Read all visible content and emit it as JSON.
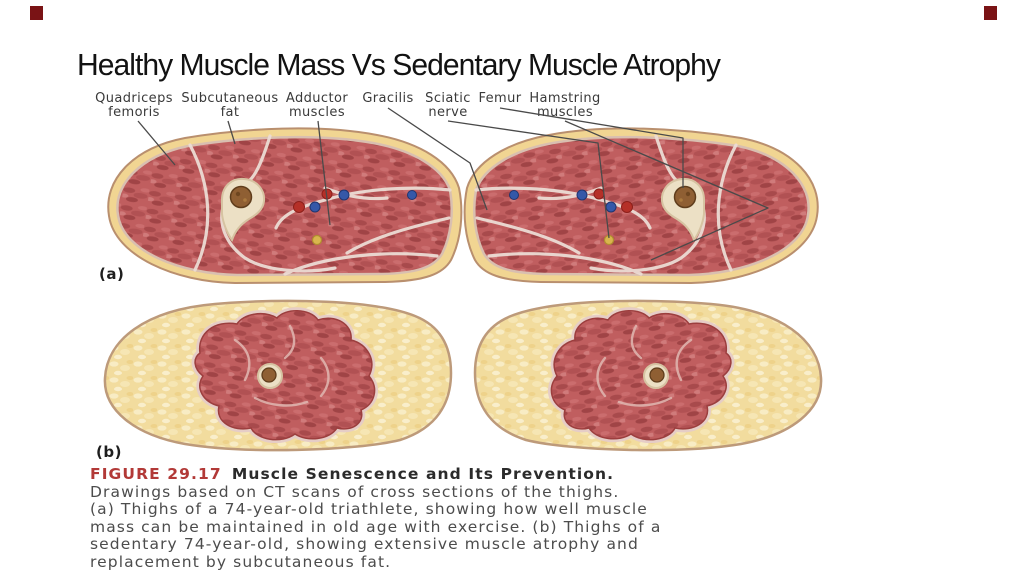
{
  "slide": {
    "title": "Healthy Muscle Mass Vs Sedentary Muscle Atrophy",
    "accent_color": "#7a1315"
  },
  "figure": {
    "labels": [
      {
        "text": "Quadriceps\nfemoris"
      },
      {
        "text": "Subcutaneous\nfat"
      },
      {
        "text": "Adductor\nmuscles"
      },
      {
        "text": "Gracilis"
      },
      {
        "text": "Sciatic\nnerve"
      },
      {
        "text": "Femur"
      },
      {
        "text": "Hamstring\nmuscles"
      }
    ],
    "panel_a_label": "(a)",
    "panel_b_label": "(b)",
    "colors": {
      "muscle_red": "#c05e5f",
      "muscle_dark": "#a34648",
      "fat_yellow": "#f2dc9e",
      "fat_rim": "#f1d592",
      "fascia_pink": "#ecdcd4",
      "skin_outline": "#b98f6e",
      "bone_cream": "#ece0c5",
      "marrow_brown": "#8f5f33",
      "vessel_red": "#b53028",
      "vessel_blue": "#3558a8",
      "nerve_yellow": "#d9b54e"
    }
  },
  "caption": {
    "figure_ref": "FIGURE 29.17",
    "title": "Muscle Senescence and Its Prevention.",
    "ref_color": "#b23937",
    "lines": [
      "Drawings based on CT scans of cross sections of the thighs.",
      "(a) Thighs of a 74-year-old triathlete, showing how well muscle",
      "mass can be maintained in old age with exercise. (b) Thighs of a",
      "sedentary 74-year-old, showing extensive muscle atrophy and",
      "replacement by subcutaneous fat."
    ]
  }
}
